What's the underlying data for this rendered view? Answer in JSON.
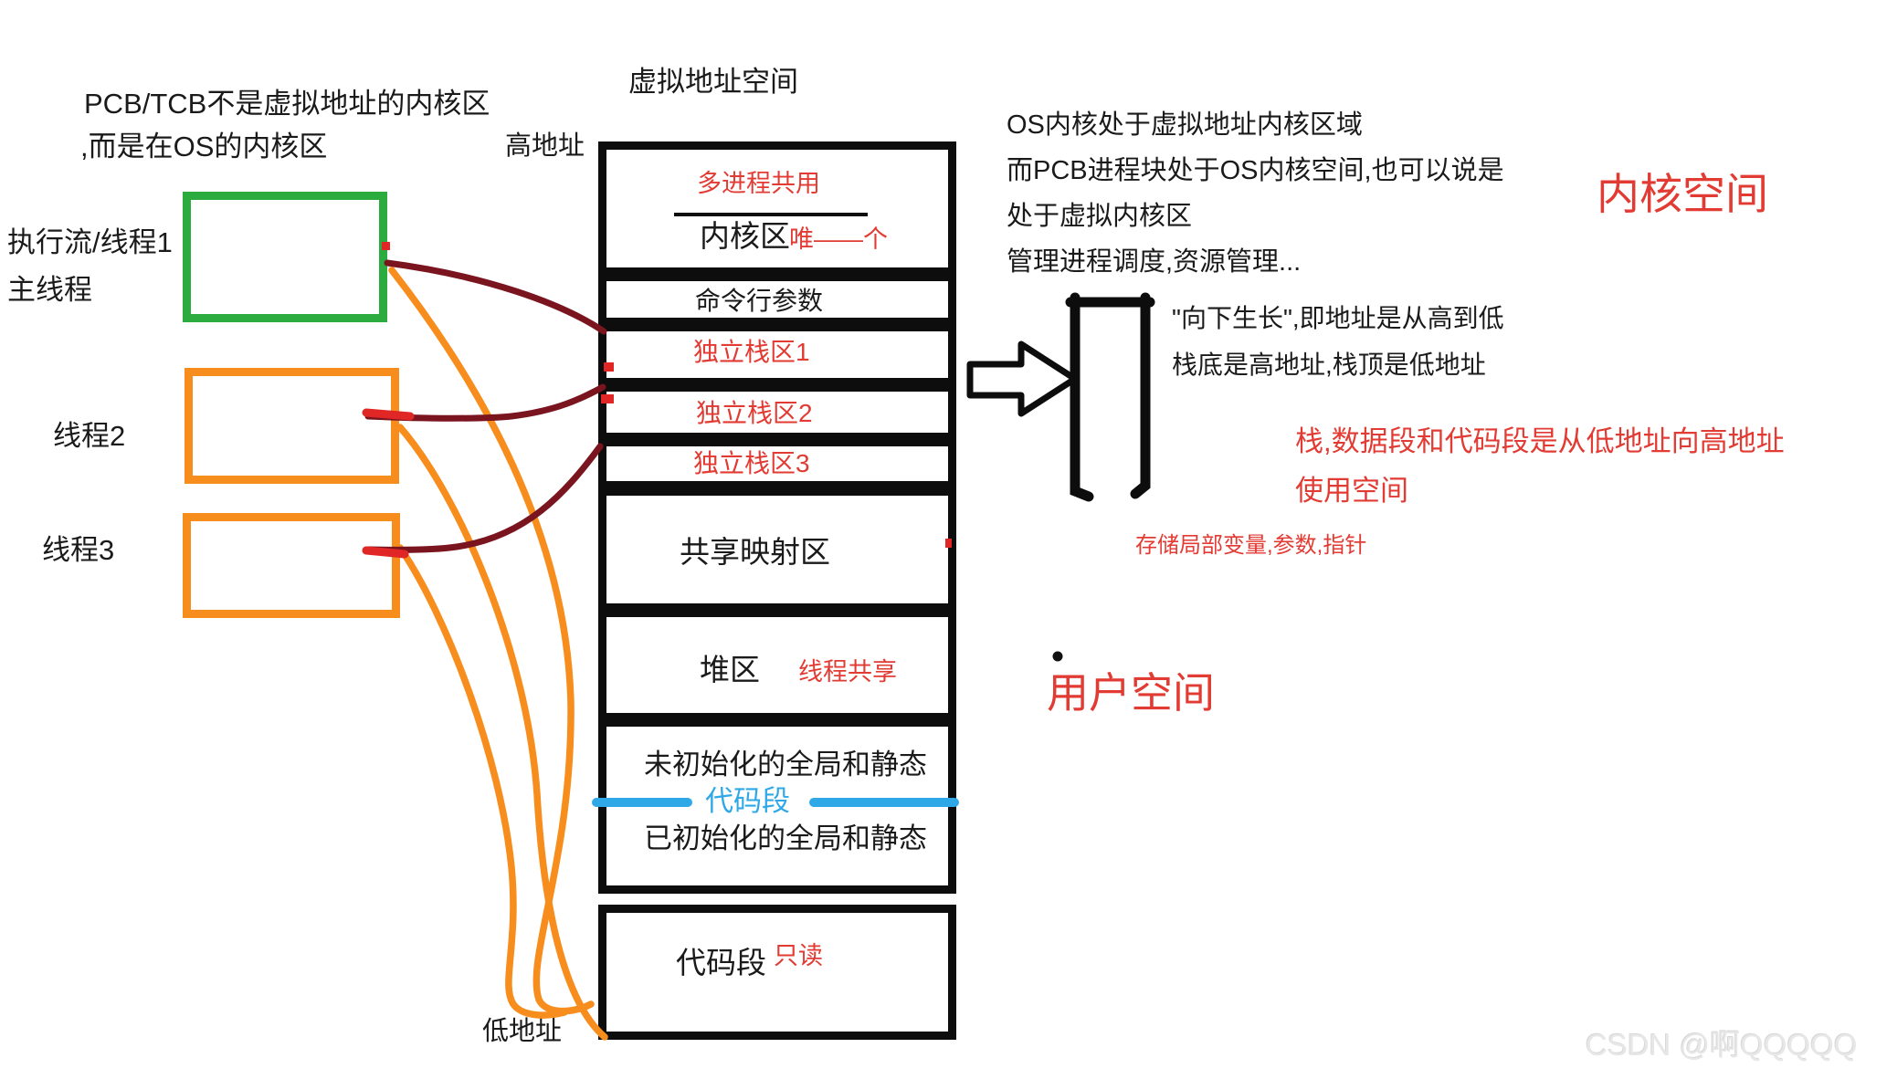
{
  "title": "虚拟地址空间",
  "address_labels": {
    "high": "高地址",
    "low": "低地址"
  },
  "top_left_note": {
    "line1": "PCB/TCB不是虚拟地址的内核区",
    "line2": ",而是在OS的内核区"
  },
  "threads": {
    "thread1_label_top": "执行流/线程1",
    "thread1_label_bottom": "主线程",
    "thread2_label": "线程2",
    "thread3_label": "线程3"
  },
  "stack": {
    "kernel": {
      "label": "内核区",
      "note_above": "多进程共用",
      "note_right": "唯——个"
    },
    "cmdline": {
      "label": "命令行参数"
    },
    "stack1": {
      "label": "独立栈区1"
    },
    "stack2": {
      "label": "独立栈区2"
    },
    "stack3": {
      "label": "独立栈区3"
    },
    "shared_map": {
      "label": "共享映射区"
    },
    "heap": {
      "label": "堆区",
      "note": "线程共享"
    },
    "data_segment": {
      "uninit": "未初始化的全局和静态",
      "blue_label": "代码段",
      "init": "已初始化的全局和静态"
    },
    "code_segment": {
      "label": "代码段",
      "note": "只读"
    }
  },
  "right_notes": {
    "os_paragraph": [
      "OS内核处于虚拟地址内核区域",
      "而PCB进程块处于OS内核空间,也可以说是",
      "处于虚拟内核区",
      "管理进程调度,资源管理..."
    ],
    "kernel_space": "内核空间",
    "user_space": "用户空间",
    "grow_down_line1": "\"向下生长\",即地址是从高到低",
    "grow_down_line2": "栈底是高地址,栈顶是低地址",
    "low_to_high_line1": "栈,数据段和代码段是从低地址向高地址",
    "low_to_high_line2": "使用空间",
    "stack_stores": "存储局部变量,参数,指针"
  },
  "watermark": "CSDN @啊QQQQQ",
  "colors": {
    "thread1_box": "#2cab3f",
    "thread_box_orange": "#f78d1d",
    "maroon_line": "#7a141e",
    "bright_red_mark": "#e12626",
    "red_text": "#e23b33",
    "blue_accent": "#2fa8e8",
    "outline_black": "#0d0d0d",
    "watermark_gray": "#e7e7e7"
  }
}
